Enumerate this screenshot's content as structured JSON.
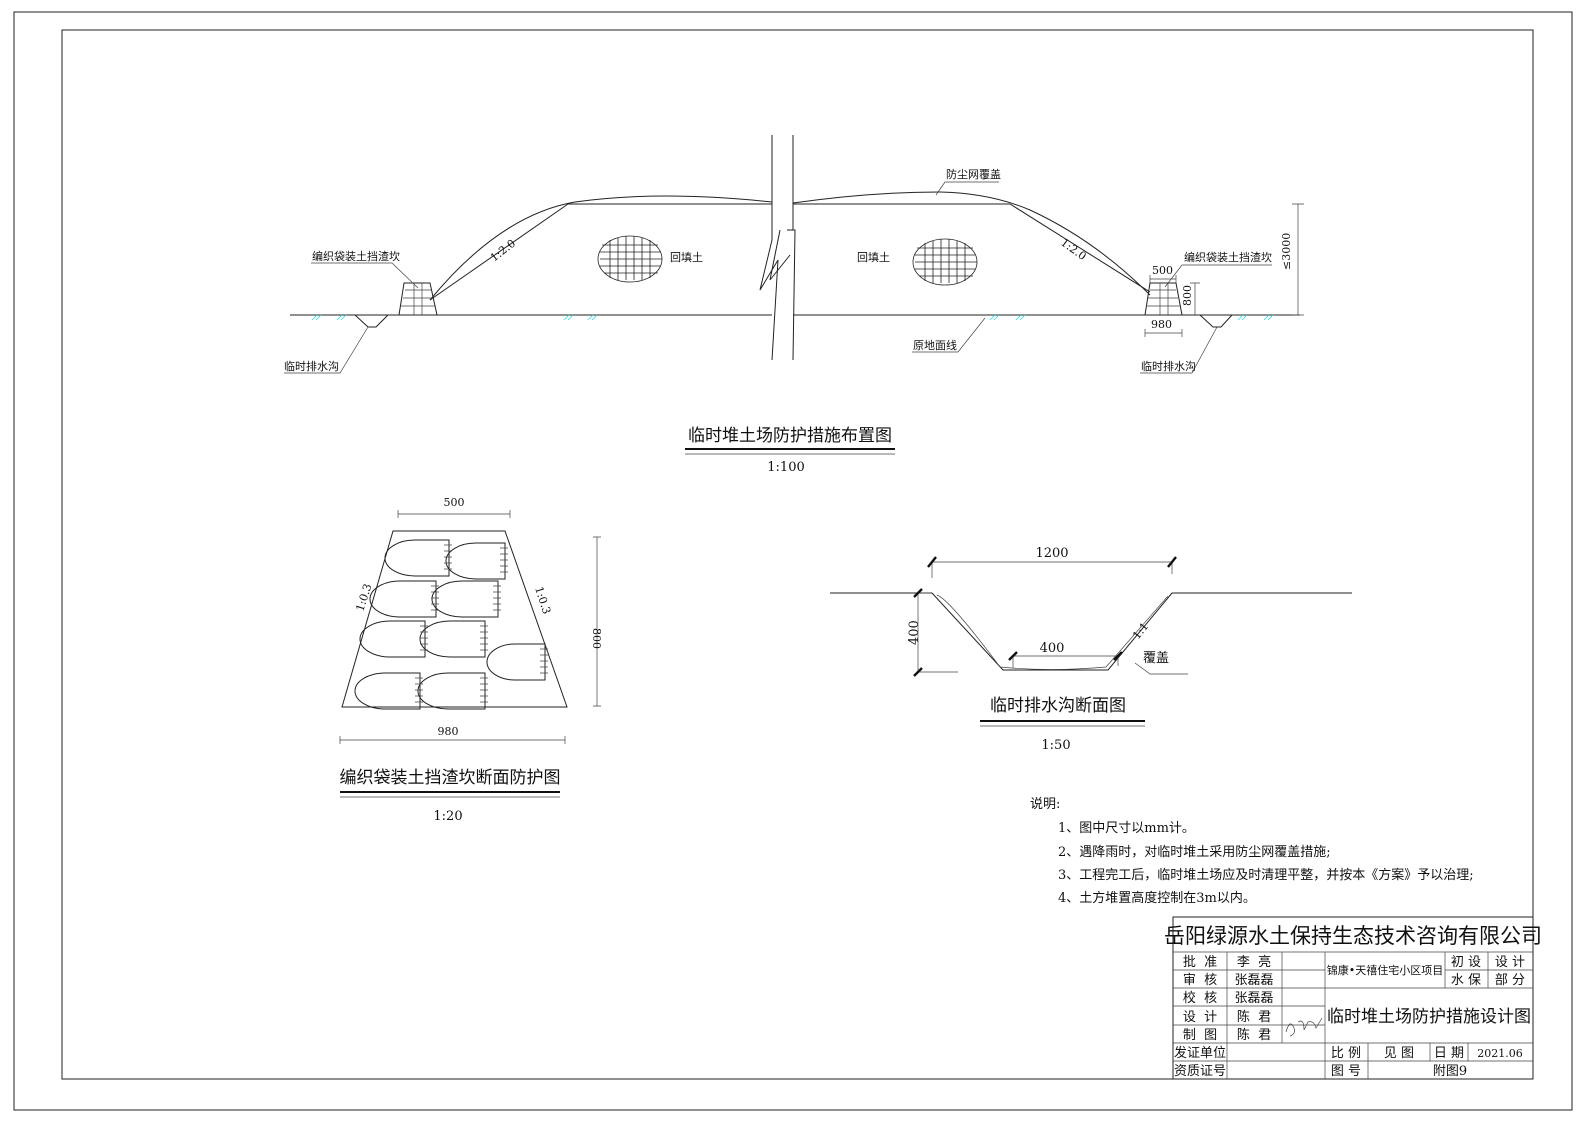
{
  "layout_drawing": {
    "title": "临时堆土场防护措施布置图",
    "scale": "1:100",
    "labels": {
      "dust_net": "防尘网覆盖",
      "sandbag_left": "编织袋装土挡渣坎",
      "sandbag_right": "编织袋装土挡渣坎",
      "fill_left": "回填土",
      "fill_right": "回填土",
      "ditch_left": "临时排水沟",
      "ditch_right": "临时排水沟",
      "ground_line": "原地面线",
      "slope_left": "1:2.0",
      "slope_right": "1:2.0"
    },
    "dims": {
      "height": "≤3000",
      "block_top": "500",
      "block_height": "800",
      "block_bottom": "980"
    }
  },
  "sandbag_section": {
    "title": "编织袋装土挡渣坎断面防护图",
    "scale": "1:20",
    "dims": {
      "top": "500",
      "height": "800",
      "bottom": "980"
    },
    "slope_left": "1:0.3",
    "slope_right": "1:0.3"
  },
  "ditch_section": {
    "title": "临时排水沟断面图",
    "scale": "1:50",
    "dims": {
      "top": "1200",
      "depth": "400",
      "bottom": "400"
    },
    "slope": "1:1",
    "cover_label": "覆盖"
  },
  "notes": {
    "heading": "说明:",
    "items": [
      "1、图中尺寸以mm计。",
      "2、遇降雨时，对临时堆土采用防尘网覆盖措施;",
      "3、工程完工后，临时堆土场应及时清理平整，并按本《方案》予以治理;",
      "4、土方堆置高度控制在3m以内。"
    ]
  },
  "title_block": {
    "company": "岳阳绿源水土保持生态技术咨询有限公司",
    "roles": [
      {
        "role": "批  准",
        "name": "李  亮"
      },
      {
        "role": "审  核",
        "name": "张磊磊"
      },
      {
        "role": "校  核",
        "name": "张磊磊"
      },
      {
        "role": "设  计",
        "name": "陈  君"
      },
      {
        "role": "制  图",
        "name": "陈  君"
      }
    ],
    "signature": "陈君",
    "issuer_label": "发证单位",
    "cert_label": "资质证号",
    "project": "锦康•天禧住宅小区项目",
    "stage1": "初 设",
    "stage2": "设 计",
    "dept1": "水 保",
    "dept2": "部 分",
    "drawing_title": "临时堆土场防护措施设计图",
    "scale_label": "比 例",
    "scale_value": "见 图",
    "date_label": "日 期",
    "date_value": "2021.06",
    "number_label": "图 号",
    "number_value": "附图9"
  }
}
